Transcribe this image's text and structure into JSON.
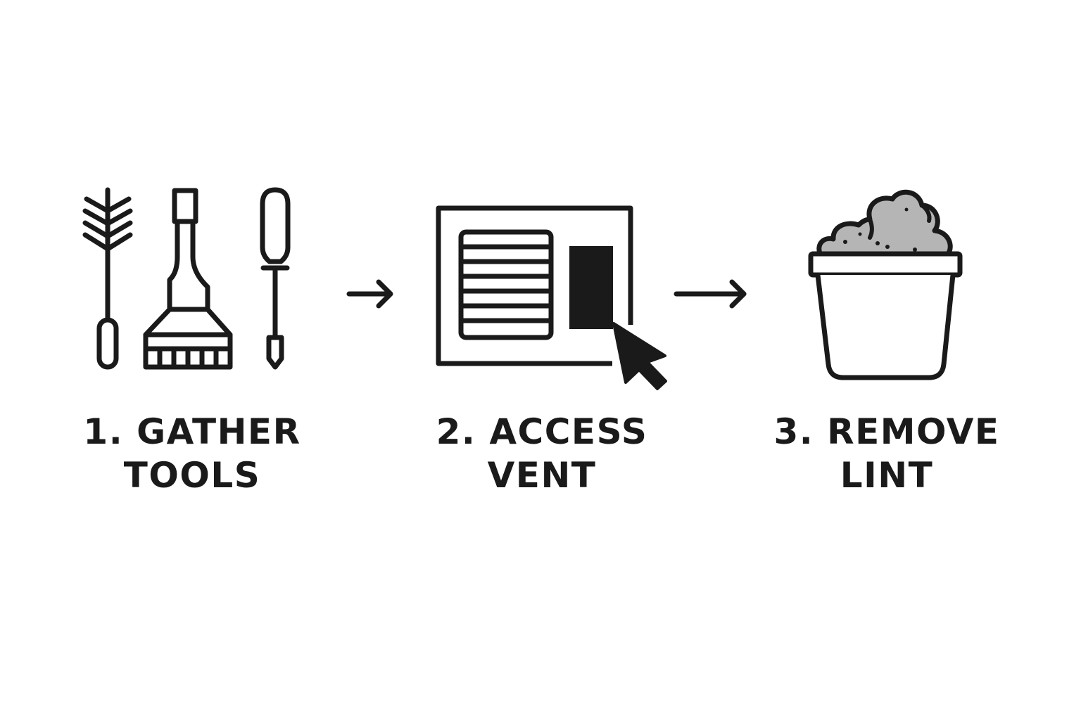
{
  "colors": {
    "ink": "#1a1a1a",
    "lint_fill": "#b5b5b5",
    "background": "#ffffff"
  },
  "steps": [
    {
      "number": "1.",
      "label_line1": "1. GATHER",
      "label_line2": "TOOLS",
      "icon": "tools-icon"
    },
    {
      "number": "2.",
      "label_line1": "2. ACCESS",
      "label_line2": "VENT",
      "icon": "vent-access-icon"
    },
    {
      "number": "3.",
      "label_line1": "3. REMOVE",
      "label_line2": "LINT",
      "icon": "lint-bucket-icon"
    }
  ],
  "connectors": [
    {
      "from": "1.",
      "to": "2.",
      "icon": "arrow-right-icon"
    },
    {
      "from": "2.",
      "to": "3.",
      "icon": "arrow-right-icon"
    }
  ]
}
